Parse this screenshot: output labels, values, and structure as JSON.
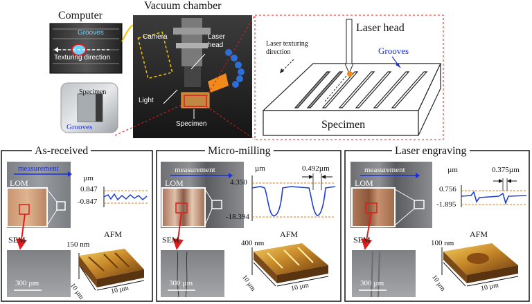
{
  "top": {
    "computer": {
      "title": "Computer",
      "grooves": "Grooves",
      "texturing_direction": "Texturing direction"
    },
    "specimen_photo": {
      "specimen": "Specimen",
      "grooves": "Grooves"
    },
    "chamber": {
      "title": "Vacuum chamber",
      "camera": "Camera",
      "laser_head": "Laser head",
      "light": "Light",
      "specimen": "Specimen"
    },
    "schematic": {
      "laser_head": "Laser head",
      "laser_texturing_direction": "Laser texturing direction",
      "grooves": "Grooves",
      "specimen": "Specimen"
    }
  },
  "panels": [
    {
      "title": "As-received",
      "measurement": "measurement",
      "lom": "LOM",
      "unit": "µm",
      "y_max": "0.847",
      "y_min": "-0.847",
      "width_label": "",
      "sem": "SEM",
      "afm": "AFM",
      "afm_z": "150 nm",
      "scale_bar": "300 µm",
      "afm_x": "10 µm",
      "afm_y": "10 µm"
    },
    {
      "title": "Micro-milling",
      "measurement": "measurement",
      "lom": "LOM",
      "unit": "µm",
      "y_max": "4.350",
      "y_min": "-18.394",
      "width_label": "0.492µm",
      "sem": "SEM",
      "afm": "AFM",
      "afm_z": "400 nm",
      "scale_bar": "300 µm",
      "afm_x": "10 µm",
      "afm_y": "10 µm"
    },
    {
      "title": "Laser engraving",
      "measurement": "measurement",
      "lom": "LOM",
      "unit": "µm",
      "y_max": "0.756",
      "y_min": "-1.895",
      "width_label": "0.375µm",
      "sem": "SEM",
      "afm": "AFM",
      "afm_z": "100 nm",
      "scale_bar": "300 µm",
      "afm_x": "10 µm",
      "afm_y": "10 µm"
    }
  ],
  "colors": {
    "accent_red": "#e01b1b",
    "accent_blue": "#1a2fd6",
    "profile_blue": "#1f3fd0",
    "limit_orange": "#e07a1a"
  }
}
